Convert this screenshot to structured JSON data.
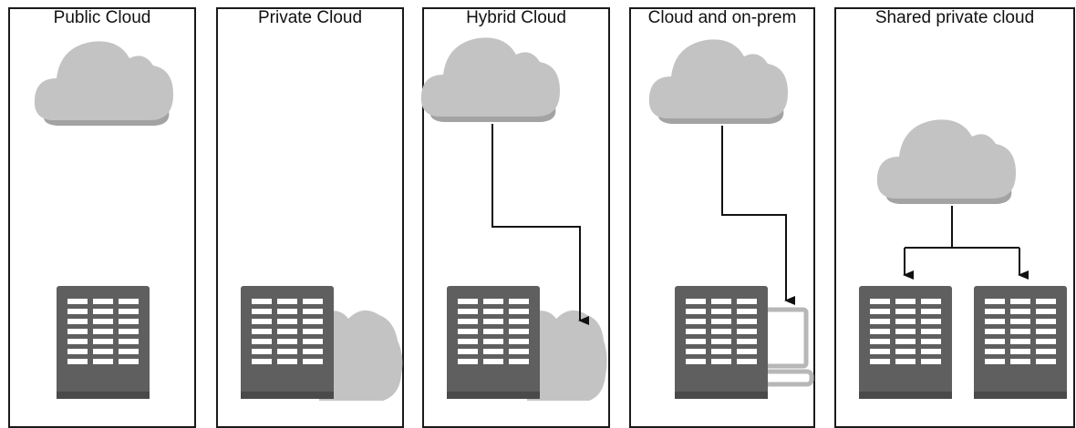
{
  "panels": [
    {
      "title": "Public Cloud"
    },
    {
      "title": "Private Cloud"
    },
    {
      "title": "Hybrid Cloud"
    },
    {
      "title": "Cloud and on-prem"
    },
    {
      "title": "Shared private cloud"
    }
  ],
  "colors": {
    "cloud": "#c3c3c3",
    "cloud_shade": "#a3a3a3",
    "building": "#5f5f5f",
    "building_base": "#4a4a4a",
    "window": "#ffffff",
    "arrow": "#111111",
    "border": "#1a1a1a"
  }
}
